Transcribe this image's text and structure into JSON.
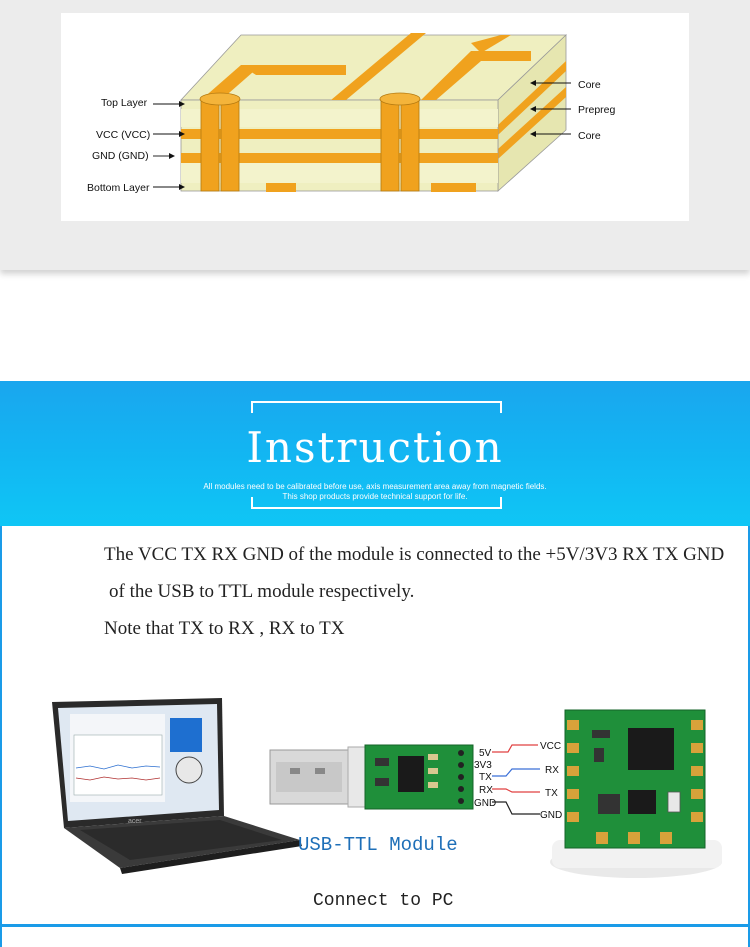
{
  "pcb": {
    "left_labels": [
      "Top Layer",
      "VCC (VCC)",
      "GND (GND)",
      "Bottom Layer"
    ],
    "right_labels": [
      "Core",
      "Prepreg",
      "Core"
    ]
  },
  "banner": {
    "title": "Instruction",
    "subtitle_line1": "All modules need to be calibrated before use, axis measurement area away from magnetic fields.",
    "subtitle_line2": "This shop products provide technical support for life."
  },
  "instructions": {
    "line1": "The VCC TX RX GND of the module is connected to the +5V/3V3 RX TX GND",
    "line2": "of the USB to TTL module respectively.",
    "line3": "Note that TX to RX , RX to TX"
  },
  "wiring": {
    "usb_pins": [
      "5V",
      "3V3",
      "TX",
      "RX",
      "GND"
    ],
    "module_pins": [
      "VCC",
      "RX",
      "TX",
      "GND"
    ],
    "usb_module_label": "USB-TTL Module",
    "connect_label": "Connect to PC",
    "laptop_brand": "acer"
  },
  "colors": {
    "copper": "#f0a21e",
    "substrate": "#efefb8",
    "banner_blue": "#13b4f2",
    "frame_blue": "#1a9be8",
    "pcb_green": "#1f8f3a",
    "wire_red": "#e04040",
    "wire_blue": "#3a6fd8"
  }
}
